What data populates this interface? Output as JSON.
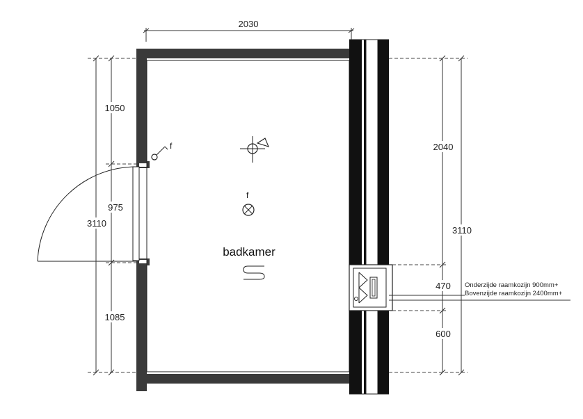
{
  "room": {
    "name": "badkamer"
  },
  "dimensions": {
    "top_width": "2030",
    "left_top": "1050",
    "left_door": "975",
    "left_bottom": "1085",
    "left_total": "3110",
    "right_top": "2040",
    "right_window": "470",
    "right_bottom": "600",
    "right_total": "3110"
  },
  "symbols": {
    "switch_label": "f",
    "ceiling_light_label": "f"
  },
  "window_notes": {
    "bottom_frame": "Onderzijde raamkozijn 900mm+",
    "top_frame": "Bovenzijde raamkozijn 2400mm+"
  },
  "icons": [
    "ceiling-light-icon",
    "wall-light-icon",
    "switch-icon",
    "shower-drain-icon",
    "door-swing-icon",
    "window-icon"
  ]
}
